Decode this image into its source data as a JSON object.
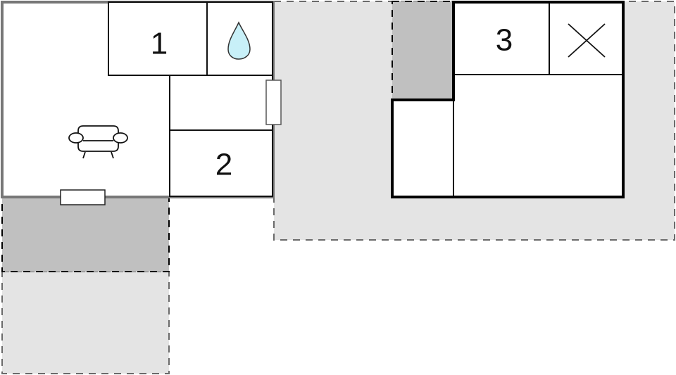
{
  "diagram": {
    "type": "floor-plan",
    "colors": {
      "terrace_light": "#e4e4e4",
      "terrace_dark": "#c0c0c0",
      "room_fill": "#ffffff",
      "wall_gray": "#777777",
      "wall_black": "#000000",
      "dash_gray": "#6a6a6a",
      "water_drop": "#c8f0f8"
    },
    "rooms": [
      {
        "id": "bedroom-1",
        "label": "1"
      },
      {
        "id": "bedroom-2",
        "label": "2"
      },
      {
        "id": "bedroom-3",
        "label": "3"
      }
    ],
    "icons": [
      {
        "name": "sofa-icon",
        "room": "living-room"
      },
      {
        "name": "water-drop-icon",
        "room": "bathroom"
      },
      {
        "name": "cross-icon",
        "room": "unknown-room"
      }
    ],
    "areas": [
      {
        "name": "covered-terrace-left",
        "shade": "dark"
      },
      {
        "name": "open-terrace-left",
        "shade": "light"
      },
      {
        "name": "open-terrace-right",
        "shade": "light"
      },
      {
        "name": "covered-terrace-right",
        "shade": "dark"
      }
    ]
  }
}
